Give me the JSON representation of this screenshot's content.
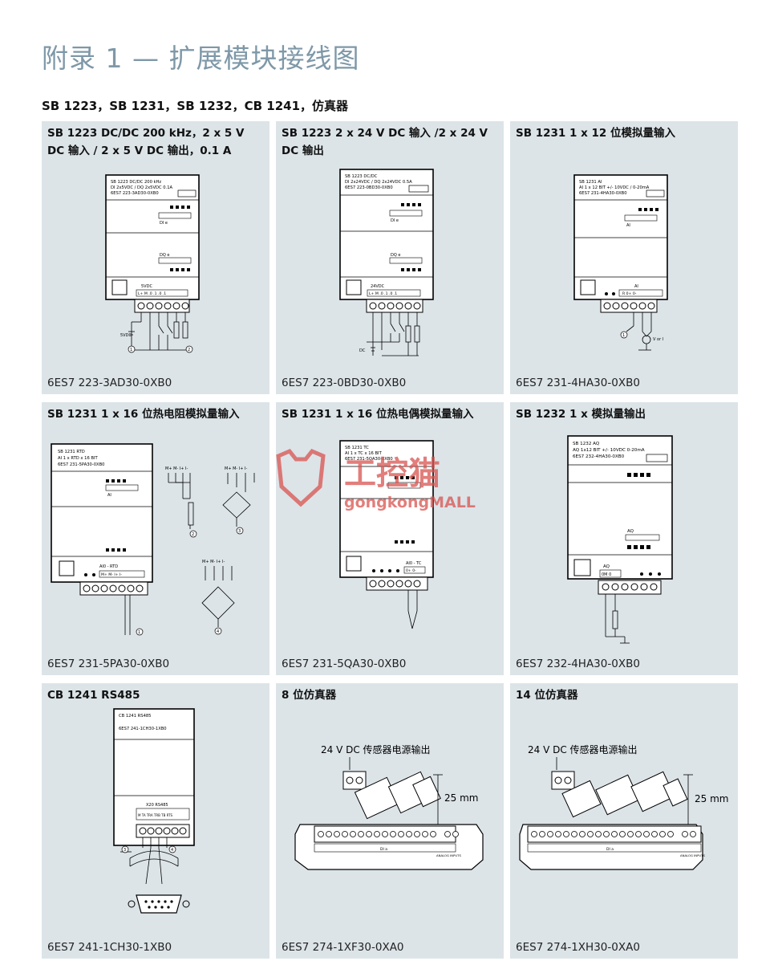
{
  "page": {
    "title": "附录 1 — 扩展模块接线图",
    "subtitle": "SB 1223，SB 1231，SB 1232，CB 1241，仿真器"
  },
  "panels": [
    {
      "heading": "SB 1223 DC/DC 200 kHz，2 x 5 V DC 输入 / 2 x 5 V DC 输出，0.1 A",
      "code": "6ES7 223-3AD30-0XB0",
      "label_lines": [
        "SB 1223 DC/DC 200 kHz",
        "DI 2x5VDC / DQ 2x5VDC  0.1A",
        "6ES7 223-3AD30-0XB0"
      ],
      "terms": {
        "top": "5VDC",
        "di": "DI e",
        "dq": "DQ e",
        "row": "L+  M  .0  .1  .0  .1",
        "src": "5VDC"
      }
    },
    {
      "heading": "SB 1223 2 x 24 V DC 输入 /2 x 24 V DC 输出",
      "code": "6ES7 223-0BD30-0XB0",
      "label_lines": [
        "SB 1223 DC/DC",
        "DI 2x24VDC / DQ 2x24VDC  0.5A",
        "6ES7 223-0BD30-0XB0"
      ],
      "terms": {
        "top": "24VDC",
        "di": "DI e",
        "dq": "DQ e",
        "row": "L+  M  .0  .1  .0  .1",
        "src": "DC"
      }
    },
    {
      "heading": "SB 1231 1 x 12 位模拟量输入",
      "code": "6ES7 231-4HA30-0XB0",
      "label_lines": [
        "SB 1231 AI",
        "AI 1 x 12 BIT +/- 10VDC / 0-20mA",
        "6ES7 231-4HA30-0XB0"
      ],
      "terms": {
        "ai": "AI",
        "row": "R   0+   0-",
        "src": "V or I"
      }
    },
    {
      "heading": "SB 1231  1 x 16 位热电阻模拟量输入",
      "code": "6ES7 231-5PA30-0XB0",
      "label_lines": [
        "SB 1231 RTD",
        "AI 1 x RTD x 16 BIT",
        "6ES7 231-5PA30-0XB0"
      ],
      "terms": {
        "ai": "AI",
        "group": "AI0 - RTD",
        "row": "M+  M-  I+  I-"
      }
    },
    {
      "heading": "SB 1231  1 x 16 位热电偶模拟量输入",
      "code": "6ES7 231-5QA30-0XB0",
      "label_lines": [
        "SB 1231 TC",
        "AI 1 x TC x 16 BIT",
        "6ES7 231-5QA30-0XB0"
      ],
      "terms": {
        "group": "AI0 - TC",
        "row": "0+  0-"
      }
    },
    {
      "heading": "SB 1232 1 x 模拟量输出",
      "code": "6ES7 232-4HA30-0XB0",
      "label_lines": [
        "SB 1232 AQ",
        "AQ 1x12 BIT +/- 10VDC  0-20mA",
        "6ES7 232-4HA30-0XB0"
      ],
      "terms": {
        "aq": "AQ",
        "row": "0M  0"
      }
    },
    {
      "heading": "CB 1241 RS485",
      "code": "6ES7 241-1CH30-1XB0",
      "label_lines": [
        "CB 1241 RS485",
        "6ES7 241-1CH30-1XB0"
      ],
      "terms": {
        "group": "X20  RS485",
        "row": "M  TA  TRA  TRB  TB  RTS"
      }
    },
    {
      "heading": "8 位仿真器",
      "code": "6ES7 274-1XF30-0XA0",
      "note": "24 V DC 传感器电源输出",
      "dim": "25 mm",
      "terms": {
        "inputs": "DI a",
        "analog": "ANALOG INPUTS"
      }
    },
    {
      "heading": "14 位仿真器",
      "code": "6ES7 274-1XH30-0XA0",
      "note": "24 V DC 传感器电源输出",
      "dim": "25 mm",
      "terms": {
        "inputs": "DI a",
        "analog": "ANALOG INPUTS"
      }
    }
  ],
  "watermark": {
    "cn": "工控猫",
    "en": "gongkongMALL"
  },
  "colors": {
    "panel_bg": "#dce4e8",
    "title": "#7e98a8",
    "watermark": "#d9534f"
  }
}
